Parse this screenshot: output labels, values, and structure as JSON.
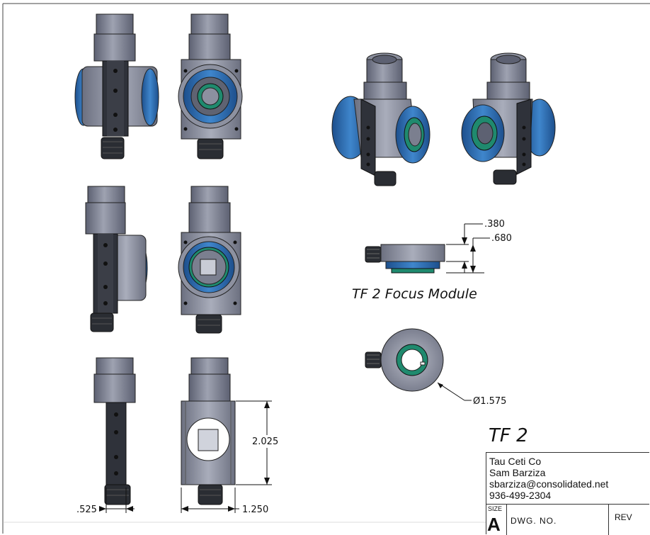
{
  "drawing": {
    "title": "TF 2",
    "module_caption": "TF 2 Focus Module"
  },
  "dimensions": {
    "width_side": ".525",
    "width_front": "1.250",
    "height_front": "2.025",
    "depth_top": ".380",
    "depth_total": ".680",
    "diameter": "Ø1.575"
  },
  "title_block": {
    "company": "Tau Ceti Co",
    "author": "Sam Barziza",
    "email": "sbarziza@consolidated.net",
    "phone": "936-499-2304",
    "size_label": "SIZE",
    "size_value": "A",
    "dwg_no_label": "DWG.  NO.",
    "rev_label": "REV"
  },
  "colors": {
    "body_grey": "#8f93a3",
    "barrel_grey": "#7d8193",
    "ring_blue": "#2f6fb4",
    "ring_green": "#1f8a6e",
    "knob_dark": "#2a2d33"
  }
}
